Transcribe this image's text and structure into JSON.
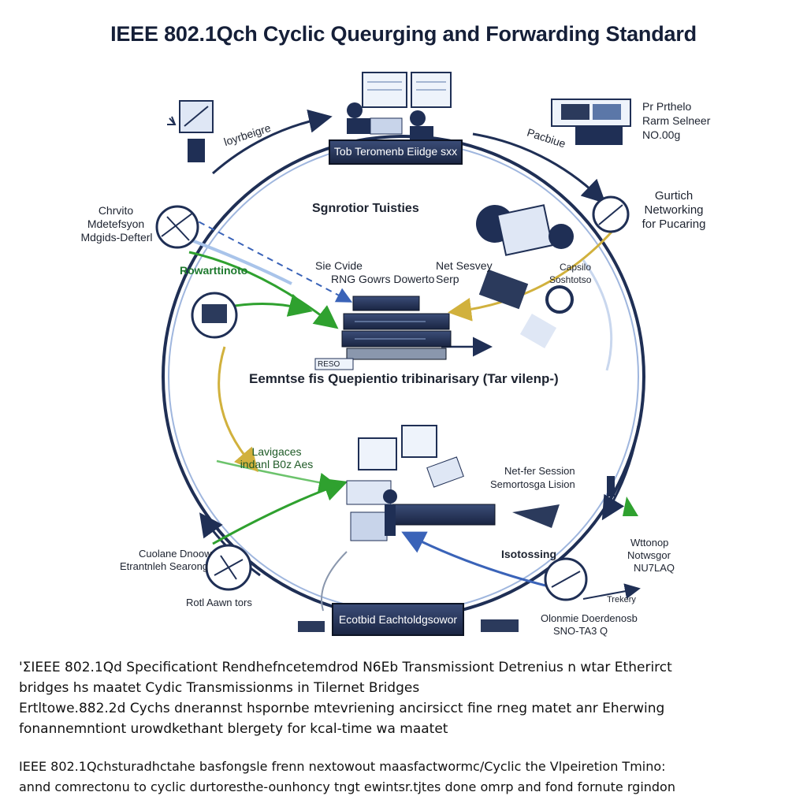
{
  "title": "IEEE 802.1Qch Cyclic Queurging and Forwarding Standard",
  "top_box": "Tob Teromenb Eiidge sxx",
  "bottom_box": "Ecotbid Eachtoldgsowor",
  "center_heading": "Sgnrotior Tuisties",
  "center_caption": "Eemntse fis Quepientio tribinarisary (Tar vilenp-)",
  "server_tag": "RESO",
  "labels": {
    "top_left_arc": "loyrbeigre",
    "top_right_arc": "Pacbiue",
    "top_right_panel": [
      "Pr Prthelo",
      "Rarm Selneer",
      "NO.00g"
    ],
    "left_upper": [
      "Chrvito",
      "Mdetefsyon",
      "Mdgids-Defterl"
    ],
    "right_upper": [
      "Gurtich",
      "Networking",
      "for Pucaring"
    ],
    "green_left": "Rowarttinoto",
    "mid_left": [
      "Sie Cvide",
      "RNG Gowrs Dowerto"
    ],
    "mid_right": [
      "Net Sesvey",
      "Serp"
    ],
    "capsilo": [
      "Capsilo",
      "Soshtotso"
    ],
    "left_lower_green": [
      "Lavigaces",
      "indanl B0z Aes"
    ],
    "right_lower": [
      "Net-fer Session",
      "Semortosga Lision"
    ],
    "isotossing": "Isotossing",
    "right_bottom": [
      "Wttonop",
      "Notwsgor",
      "NU7LAQ"
    ],
    "left_bottom": [
      "Cuolane Dnoow",
      "Etrantnleh Searong"
    ],
    "bottom_left": "Rotl Aawn tors",
    "bottom_right_key": "Trekery",
    "bottom_right": [
      "Olonmie Doerdenosb",
      "SNO-TA3 Q"
    ]
  },
  "paragraph1": [
    "'ΣIEEE 802.1Qd Specificationt Rendhefncetemdrod N6Eb Transmissiont Detrenius n wtar Etherirct",
    "bridges hs maatet Cydic Transmissionms in Tilernet Bridges",
    "Ertltowe.882.2d Cychs dnerannst hspornbe mtevriening ancirsicct fine rneg matet anr Eherwing",
    "fonannemntiont urowdkethant blergety for kcal-time wa maatet"
  ],
  "paragraph2": [
    "IEEE 802.1Qchsturadhctahe basfongsle frenn nextowout maasfactwormc/Cyclic the Vlpeiretion Tmino:",
    "annd comrectonu to cyclic durtoresthe-ounhoncy tngt ewintsr.tjtes done omrp and fond fornute rgindon"
  ]
}
